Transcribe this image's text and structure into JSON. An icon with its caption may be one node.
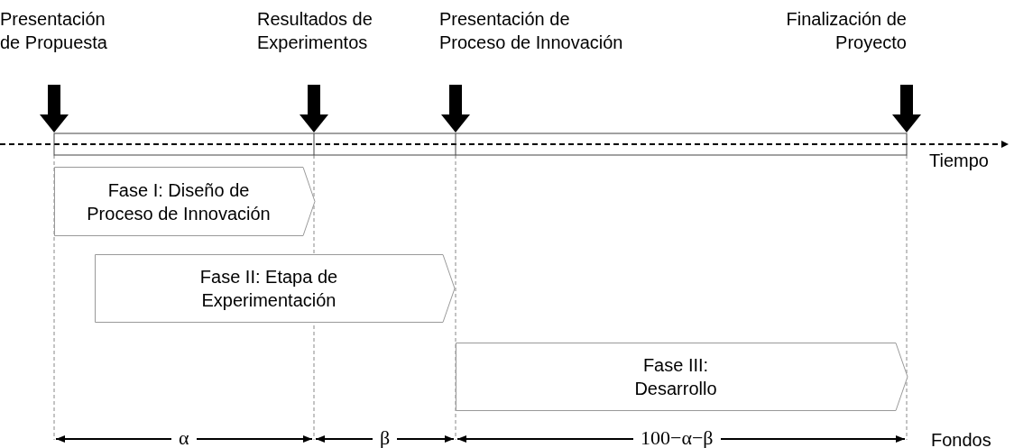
{
  "diagram": {
    "nodes": [
      {
        "text": [
          "Presentación de Propuesta"
        ]
      },
      {
        "text": [
          "Resultados de Experimentos"
        ]
      },
      {
        "text": [
          "Presentación de Proceso de Innovación"
        ]
      },
      {
        "text": [
          "Finalización de Proyecto"
        ]
      },
      {
        "text": [
          "Fase I: Diseño de Proceso de Innovación"
        ]
      },
      {
        "text": [
          "Fase II: Etapa de Experimentación"
        ]
      },
      {
        "text": [
          "Fase III: Desarrollo"
        ]
      },
      {
        "text": [],
        "shape": "bar"
      }
    ],
    "edges": [
      {
        "from": 0,
        "to": 7,
        "arrow": "to"
      },
      {
        "from": 1,
        "to": 7,
        "arrow": "to"
      },
      {
        "from": 2,
        "to": 7,
        "arrow": "to"
      },
      {
        "from": 3,
        "to": 7,
        "arrow": "to"
      }
    ],
    "labels": [
      "Tiempo",
      "α",
      "β",
      "100−α−β",
      "Fondos"
    ]
  }
}
